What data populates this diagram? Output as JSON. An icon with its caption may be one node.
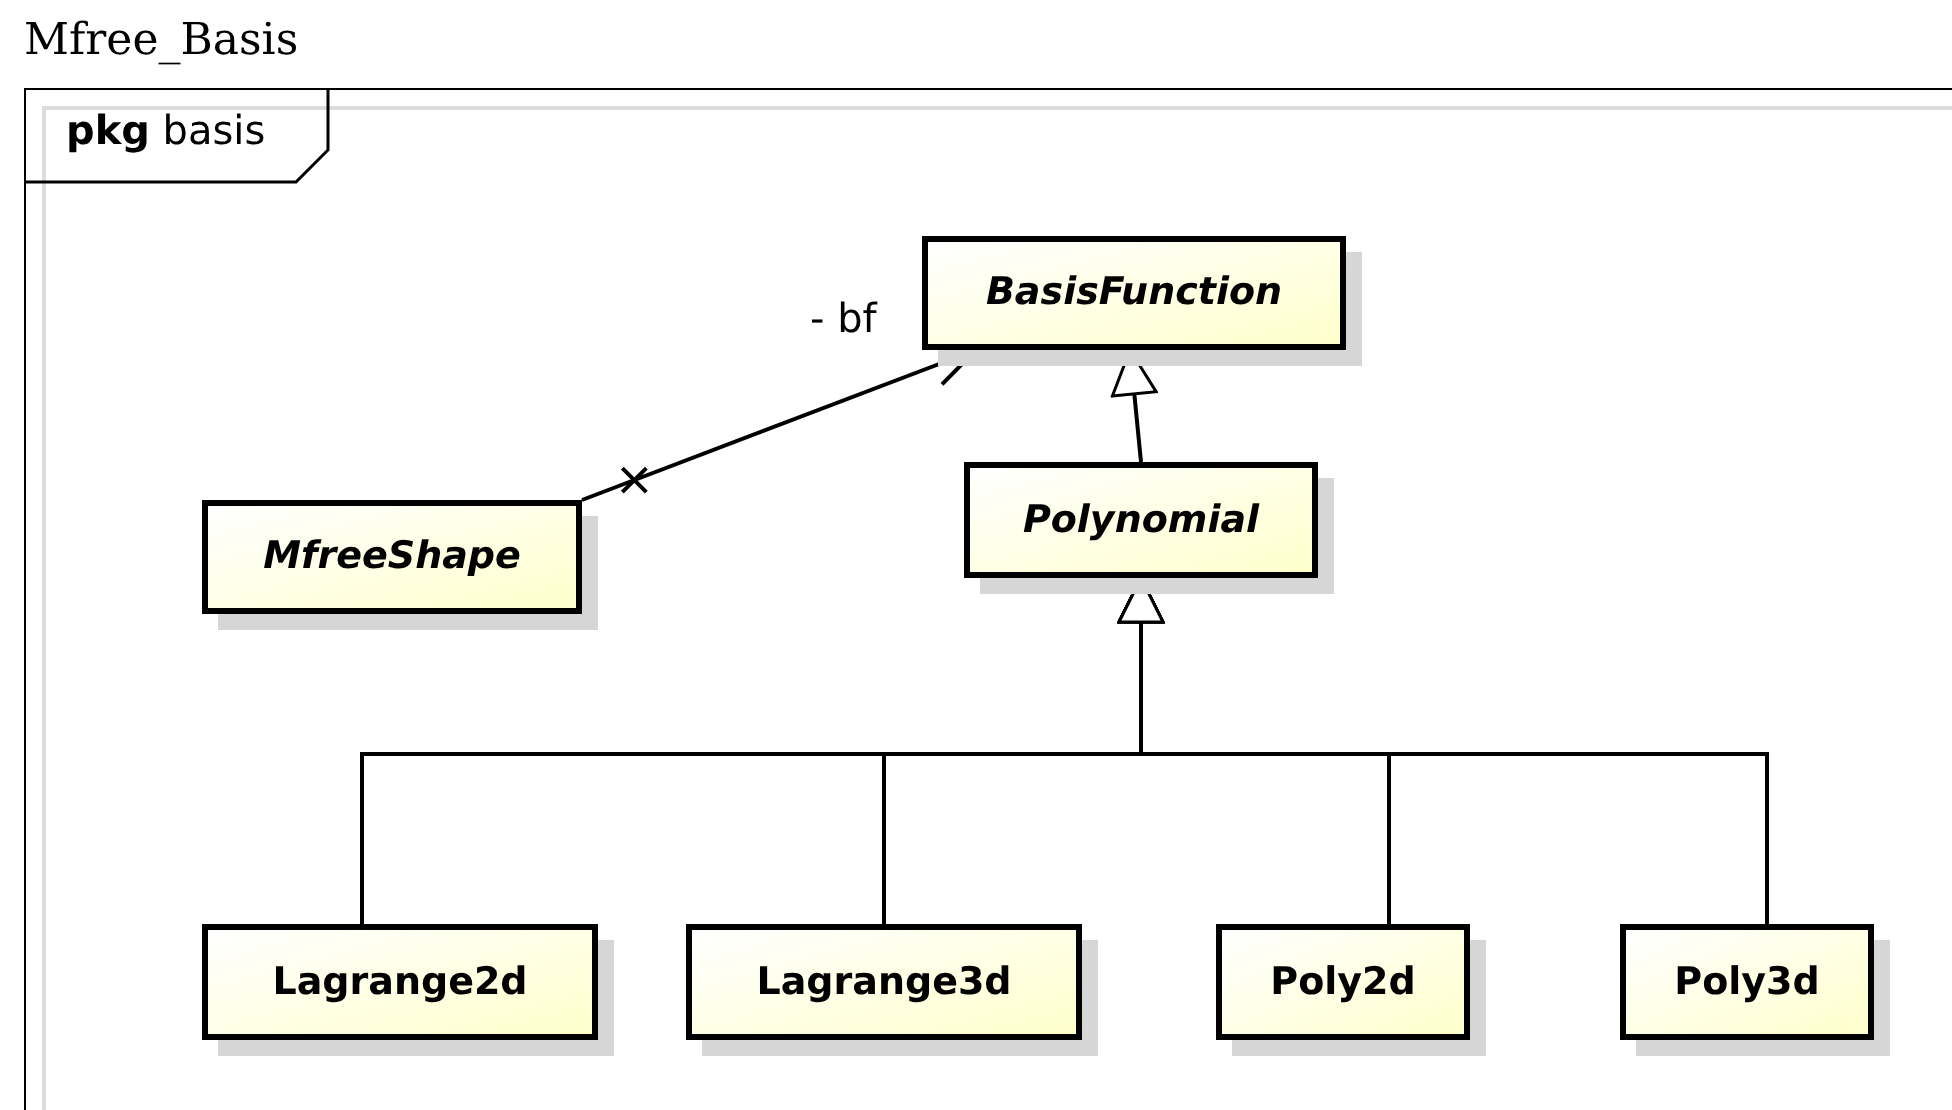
{
  "diagram": {
    "title": "Mfree_Basis",
    "nodes": [
      {
        "text": [
          "**pkg** basis"
        ]
      },
      {
        "text": [
          "BasisFunction"
        ],
        "in": 0
      },
      {
        "text": [
          "MfreeShape"
        ],
        "in": 0
      },
      {
        "text": [
          "Polynomial"
        ],
        "in": 0
      },
      {
        "text": [
          "Lagrange2d"
        ],
        "in": 0
      },
      {
        "text": [
          "Lagrange3d"
        ],
        "in": 0
      },
      {
        "text": [
          "Poly2d"
        ],
        "in": 0
      },
      {
        "text": [
          "Poly3d"
        ],
        "in": 0
      }
    ],
    "edges": [
      {
        "from": 2,
        "to": 1,
        "arrow": "to",
        "label": "- bf"
      },
      {
        "from": 3,
        "to": 1,
        "arrow": "to"
      },
      {
        "from": 4,
        "to": 3,
        "arrow": "to"
      },
      {
        "from": 5,
        "to": 3,
        "arrow": "to"
      },
      {
        "from": 6,
        "to": 3,
        "arrow": "to"
      },
      {
        "from": 7,
        "to": 3,
        "arrow": "to"
      }
    ]
  }
}
